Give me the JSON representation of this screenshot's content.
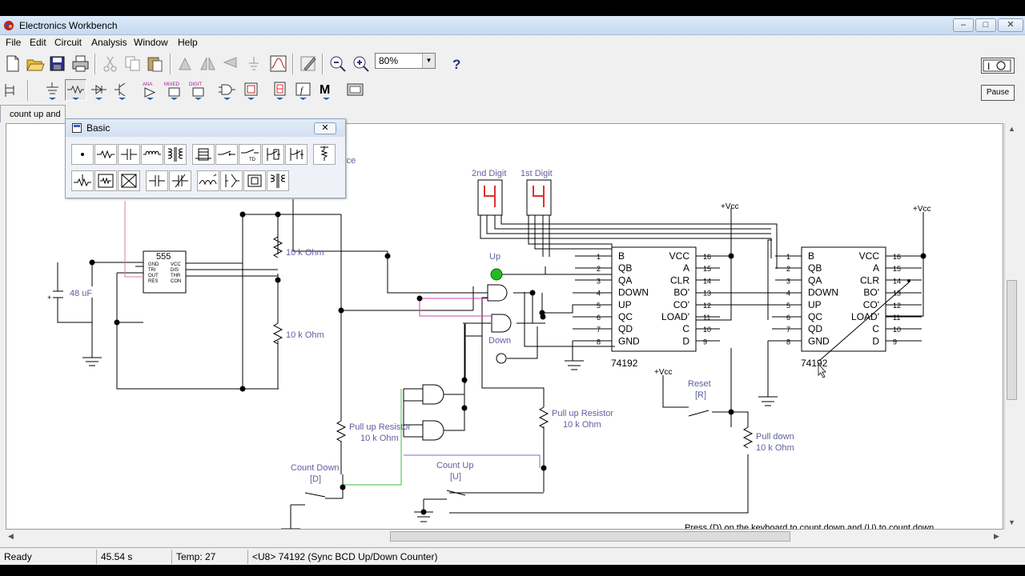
{
  "window": {
    "title": "Electronics Workbench",
    "min": "–",
    "max": "□",
    "close": "✕"
  },
  "menu": [
    "File",
    "Edit",
    "Circuit",
    "Analysis",
    "Window",
    "Help"
  ],
  "toolbar": {
    "zoom_value": "80%",
    "help": "?"
  },
  "doc_tab": {
    "label": "count up and"
  },
  "palette": {
    "title": "Basic",
    "close": "✕"
  },
  "right_panel": {
    "pause_label": "Pause"
  },
  "circuit": {
    "timer_label": "555",
    "timer_pins_left": [
      "GND",
      "TRI",
      "OUT",
      "RES"
    ],
    "timer_pins_right": [
      "VCC",
      "DIS",
      "THR",
      "CON"
    ],
    "cap_label": "48 uF",
    "res1_label": "10 k Ohm",
    "res2_label": "10 k Ohm",
    "digit2_label": "2nd Digit",
    "digit1_label": "1st Digit",
    "digit2_value": "4",
    "digit1_value": "4",
    "vcc_label": "+Vcc",
    "up_label": "Up",
    "down_label": "Down",
    "counter_name": "74192",
    "counter_left_pins": [
      "B",
      "QB",
      "QA",
      "DOWN",
      "UP",
      "QC",
      "QD",
      "GND"
    ],
    "counter_right_pins": [
      "VCC",
      "A",
      "CLR",
      "BO'",
      "CO'",
      "LOAD'",
      "C",
      "D"
    ],
    "counter_left_nums": [
      "1",
      "2",
      "3",
      "4",
      "5",
      "6",
      "7",
      "8"
    ],
    "counter_right_nums": [
      "16",
      "15",
      "14",
      "13",
      "12",
      "11",
      "10",
      "9"
    ],
    "pullup1_label": "Pull up Resistor",
    "pullup1_value": "10 k Ohm",
    "pullup2_label": "Pull up Resistor",
    "pullup2_value": "10 k Ohm",
    "count_down_label": "Count Down",
    "count_down_key": "[D]",
    "count_up_label": "Count Up",
    "count_up_key": "[U]",
    "reset_label": "Reset",
    "reset_key": "[R]",
    "pulldown_label": "Pull down",
    "pulldown_value": "10 k Ohm",
    "partial_text": "rce",
    "instructions": "Press (D) on the keyboard to count down and (U) to count down......"
  },
  "status": {
    "ready": "Ready",
    "time": "45.54 s",
    "temp": "Temp:  27",
    "component": "<U8> 74192 (Sync BCD Up/Down Counter)"
  },
  "colors": {
    "wire": "#000000",
    "led_on": "#22bb22",
    "display_seg": "#e03030",
    "wire_pink": "#d040b0",
    "wire_green": "#40c040",
    "wire_blue": "#7070c0"
  }
}
